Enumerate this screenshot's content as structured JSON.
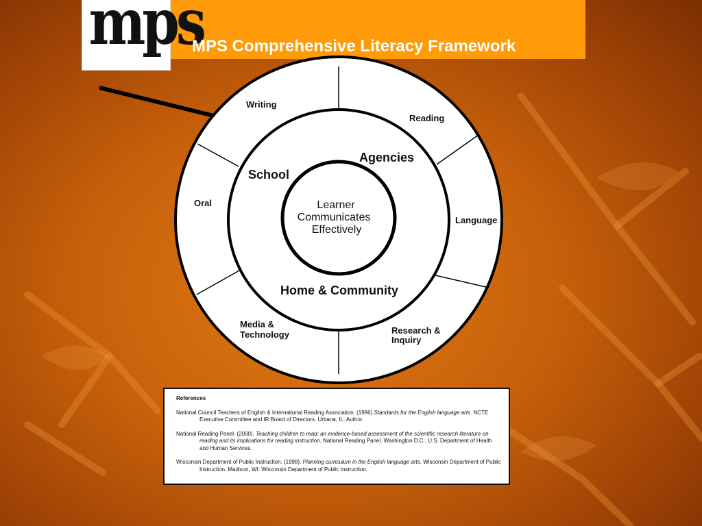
{
  "header": {
    "logo_text": "mps",
    "title": "MPS Comprehensive Literacy Framework"
  },
  "diagram": {
    "center": [
      "Learner",
      "Communicates",
      "Effectively"
    ],
    "middle_ring": {
      "school": "School",
      "agencies": "Agencies",
      "home_community": "Home & Community"
    },
    "outer_ring": {
      "writing": "Writing",
      "reading": "Reading",
      "language": "Language",
      "research": [
        "Research &",
        "Inquiry"
      ],
      "media": [
        "Media &",
        "Technology"
      ],
      "oral": "Oral"
    }
  },
  "references": {
    "heading": "References",
    "entries": [
      {
        "prefix": "National Council Teachers of English & International Reading Association.  (1996).",
        "title": "Standards for the English language arts.",
        "suffix": " NCTE Executive Committee and IR Board of Directors.  Urbana, IL:  Author."
      },
      {
        "prefix": "National Reading Panel.  (2000). ",
        "title": "Teaching children to read:  an evidence-based assessment of the scientific research literature on reading and its implications for reading instruction.",
        "suffix": "  National Reading Panel.  Washington D.C.:  U.S. Department of Health and Human Services."
      },
      {
        "prefix": "Wisconsin Department of Public Instruction.  (1998). ",
        "title": "Planning curriculum in the English language arts.",
        "suffix": " Wisconsin Department of Public Instruction.  Madison, WI:  Wisconsin Department of Public Instruction."
      }
    ]
  }
}
